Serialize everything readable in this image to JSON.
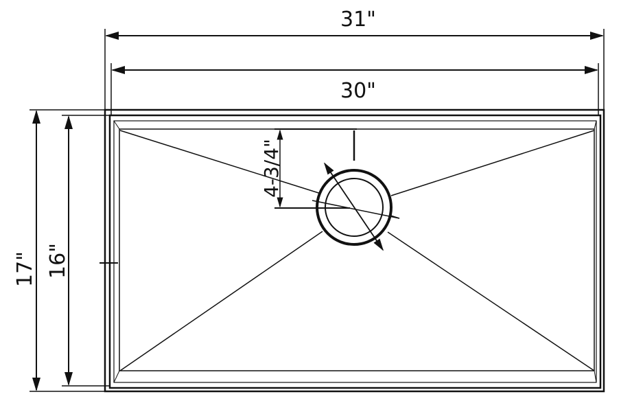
{
  "diagram": {
    "title": "Undermount sink dimensions",
    "dimensions": {
      "overall_width": "31\"",
      "bowl_width": "30\"",
      "overall_depth": "17\"",
      "bowl_depth": "16\"",
      "drain_offset": "4-3/4\""
    },
    "colors": {
      "line": "#111111",
      "background": "#ffffff"
    }
  }
}
